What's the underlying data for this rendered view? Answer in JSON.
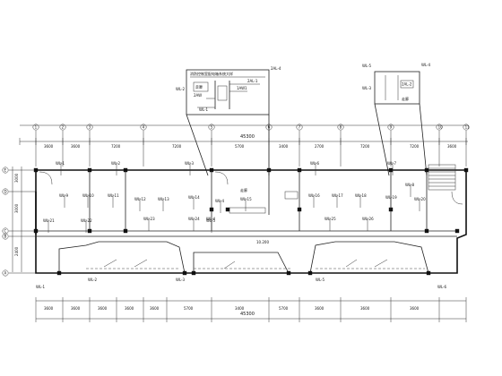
{
  "top_dims": [
    "3600",
    "3600",
    "7200",
    "7200",
    "5700",
    "3400",
    "2700",
    "7200",
    "7200",
    "3600"
  ],
  "top_total": "45300",
  "left_dims": [
    "3000",
    "3000",
    "2400"
  ],
  "bottom_dims": [
    "3600",
    "3600",
    "3600",
    "3600",
    "3600",
    "5700",
    "3400",
    "5700",
    "3600",
    "3600",
    "3600"
  ],
  "bottom_total": "45300",
  "col_axes": [
    "1",
    "2",
    "3",
    "4",
    "5",
    "6",
    "7",
    "8",
    "9",
    "10",
    "11"
  ],
  "row_axes": [
    "E",
    "D",
    "C",
    "B",
    "A"
  ],
  "left_detail": {
    "title": "消防控制室配电箱系统大样",
    "room": "走廊",
    "tags": [
      "WL-1",
      "WL-2",
      "2AL-4"
    ],
    "labels": [
      "2AL-1",
      "1AW1",
      "2AW"
    ]
  },
  "right_detail": {
    "title": "WL-5",
    "room": "走廊",
    "tags": [
      "WL-3",
      "WL-4"
    ],
    "labels": [
      "2AL-2"
    ]
  },
  "room_label": "走廊",
  "device_labels": [
    "WL-1",
    "WL-2",
    "WL-3",
    "WL-4",
    "WL-5",
    "WL-6",
    "WL-7",
    "WL-8",
    "WL-9",
    "WL-10",
    "WL-11",
    "WL-12",
    "WL-13",
    "WL-14",
    "WL-15",
    "WL-16",
    "WL-17",
    "WL-18",
    "WL-19",
    "WL-20",
    "WL-21",
    "WL-22",
    "WL-23",
    "WL-24",
    "WL-25",
    "WL-26"
  ],
  "elev": "10.200"
}
